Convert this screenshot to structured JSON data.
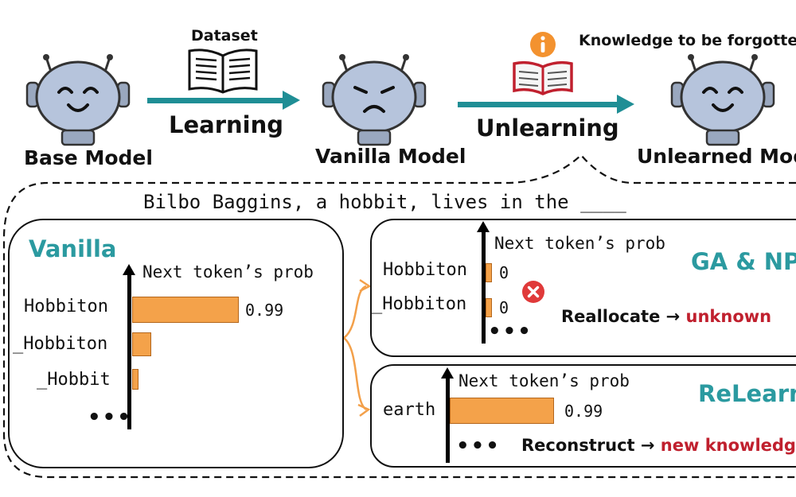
{
  "top": {
    "base_label": "Base Model",
    "vanilla_label": "Vanilla Model",
    "unlearned_label": "Unlearned Mode",
    "dataset_label": "Dataset",
    "learning_label": "Learning",
    "unlearning_label": "Unlearning",
    "forget_label": "Knowledge to be forgotten"
  },
  "prompt": "Bilbo Baggins, a hobbit, lives in the ____",
  "vanilla_panel": {
    "title": "Vanilla",
    "axis_label": "Next token’s prob",
    "tokens": [
      "Hobbiton",
      "_Hobbiton",
      "_Hobbit"
    ],
    "probs": [
      0.99,
      0.18,
      0.05
    ],
    "value_label": "0.99",
    "more": "•••"
  },
  "ga_panel": {
    "title": "GA & NPO",
    "axis_label": "Next token’s prob",
    "tokens": [
      "Hobbiton",
      "_Hobbiton"
    ],
    "value_labels": [
      "0",
      "0"
    ],
    "more": "•••",
    "note_prefix": "Reallocate → ",
    "note_highlight": "unknown"
  },
  "relearn_panel": {
    "title": "ReLearn",
    "axis_label": "Next token’s prob",
    "tokens": [
      "earth"
    ],
    "value_label": "0.99",
    "more": "•••",
    "note_prefix": "Reconstruct → ",
    "note_highlight": "new knowledge"
  },
  "colors": {
    "teal": "#2b9aa0",
    "arrow": "#1f8e95",
    "bar": "#f4a24a",
    "red": "#c0202e",
    "robot": "#b6c4dc"
  }
}
